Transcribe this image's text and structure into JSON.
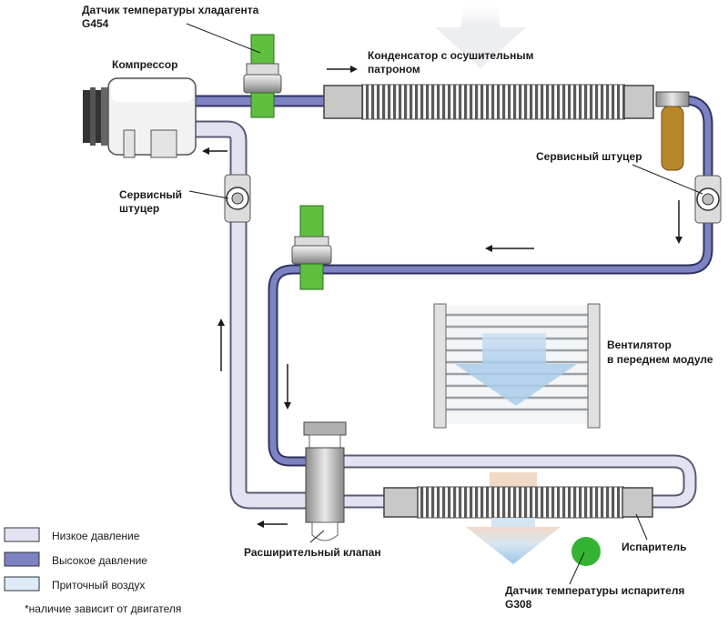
{
  "labels": {
    "sensor_refrigerant_line1": "Датчик температуры хладагента",
    "sensor_refrigerant_line2": "G454",
    "compressor": "Компрессор",
    "condenser_line1": "Конденсатор с осушительным",
    "condenser_line2": "патроном",
    "service_port_right": "Сервисный штуцер",
    "service_port_left_line1": "Сервисный",
    "service_port_left_line2": "штуцер",
    "fan_line1": "Вентилятор",
    "fan_line2": "в переднем модуле",
    "expansion_valve": "Расширительный клапан",
    "evaporator": "Испаритель",
    "evap_sensor_line1": "Датчик температуры испарителя",
    "evap_sensor_line2": "G308"
  },
  "legend": {
    "items": [
      {
        "label": "Низкое давление",
        "color": "#e1e3f1"
      },
      {
        "label": "Высокое давление",
        "color": "#7d82c2"
      },
      {
        "label": "Приточный воздух",
        "color": "#dcebf7"
      }
    ],
    "footnote": "*наличие зависит от двигателя"
  },
  "colors": {
    "low_pressure": "#e1e3f1",
    "high_pressure": "#7d82c2",
    "intake_air": "#dcebf7",
    "sensor_green": "#5fbf3f",
    "drier": "#b8862b",
    "evap_sensor": "#33b533"
  }
}
